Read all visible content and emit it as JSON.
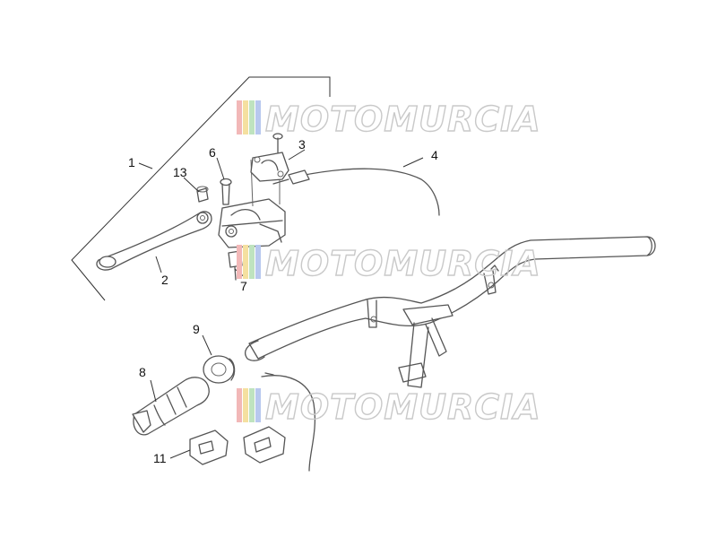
{
  "callouts": [
    {
      "id": "1",
      "label": "1"
    },
    {
      "id": "2",
      "label": "2"
    },
    {
      "id": "3",
      "label": "3"
    },
    {
      "id": "4",
      "label": "4"
    },
    {
      "id": "6",
      "label": "6"
    },
    {
      "id": "7",
      "label": "7"
    },
    {
      "id": "8",
      "label": "8"
    },
    {
      "id": "9",
      "label": "9"
    },
    {
      "id": "11",
      "label": "11"
    },
    {
      "id": "13",
      "label": "13"
    }
  ],
  "watermark": {
    "text": "MOTOMURCIA",
    "stripe_colors": [
      "#f2b8b8",
      "#f5e0a0",
      "#bfe3bf",
      "#b8c8ee"
    ]
  }
}
